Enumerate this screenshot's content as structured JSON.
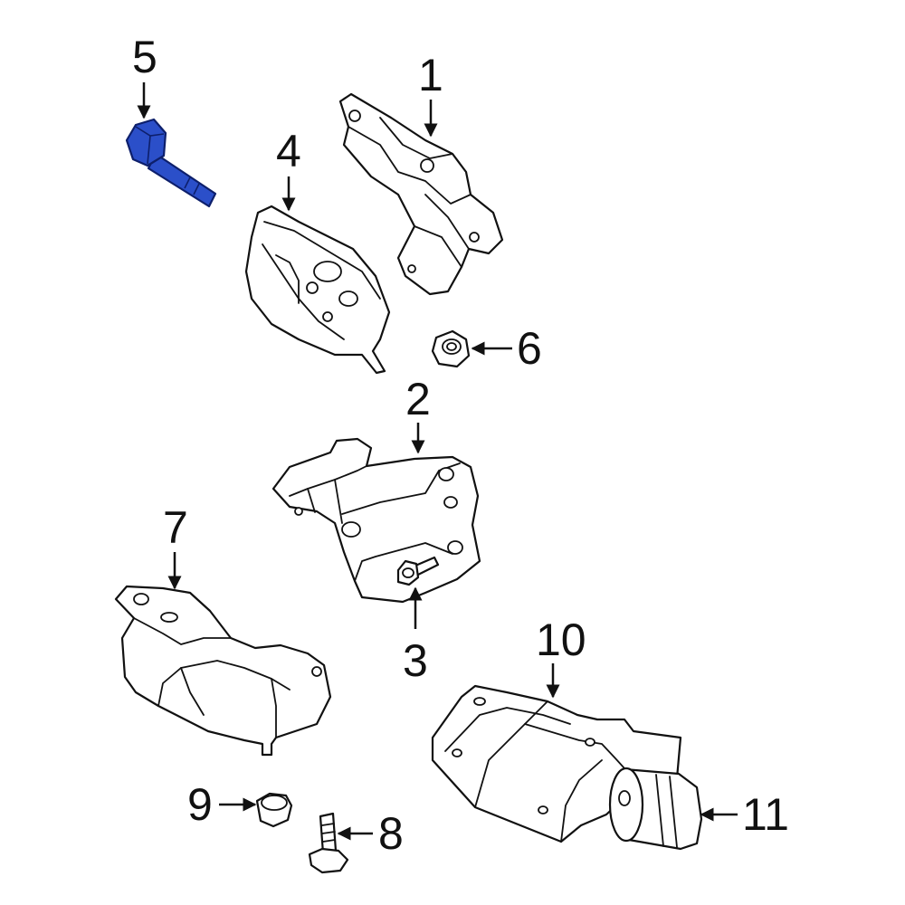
{
  "highlight_color": "#2b4fc9",
  "callouts": {
    "c1": "1",
    "c2": "2",
    "c3": "3",
    "c4": "4",
    "c5": "5",
    "c6": "6",
    "c7": "7",
    "c8": "8",
    "c9": "9",
    "c10": "10",
    "c11": "11"
  },
  "highlighted_part": "5"
}
